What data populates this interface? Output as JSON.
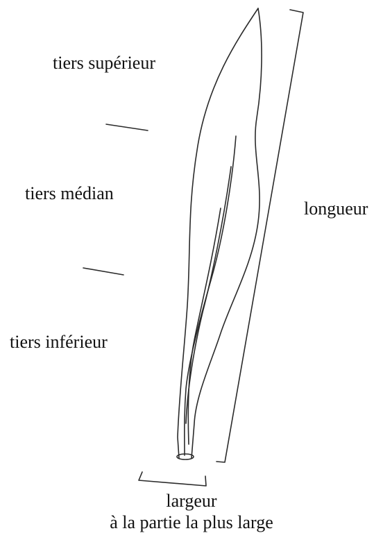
{
  "labels": {
    "upper_third": "tiers supérieur",
    "middle_third": "tiers médian",
    "lower_third": "tiers inférieur",
    "length": "longueur",
    "width_line1": "largeur",
    "width_line2": "à la partie la plus large"
  },
  "colors": {
    "ink": "#222222",
    "background": "#ffffff"
  }
}
